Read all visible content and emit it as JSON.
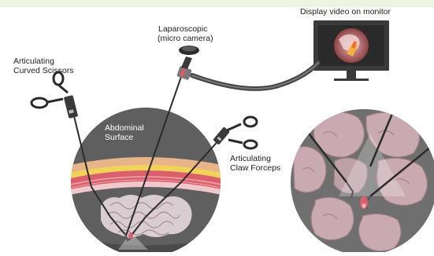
{
  "labels": {
    "display": "Display video on monitor",
    "laparoscopic_line1": "Laparoscopic",
    "laparoscopic_line2": "(micro camera)",
    "scissors_line1": "Articulating",
    "scissors_line2": "Curved Scissors",
    "abdominal_line1": "Abdominal",
    "abdominal_line2": "Surface",
    "forceps_line1": "Articulating",
    "forceps_line2": "Claw Forceps"
  },
  "colors": {
    "top_band": "#eef4e2",
    "cavity": "#5f5f5f",
    "skin": "#e8b489",
    "fat": "#f2d35a",
    "muscle": "#d9606c",
    "organs": "#d9cdd2",
    "monitor": "#3a3a3a",
    "instrument": "#2b2b2b",
    "tissue_pink": "#c9aab1"
  },
  "icons": {
    "camera": "laparoscope-camera-icon",
    "scissors": "articulating-scissors-icon",
    "forceps": "claw-forceps-icon",
    "monitor": "monitor-icon"
  }
}
